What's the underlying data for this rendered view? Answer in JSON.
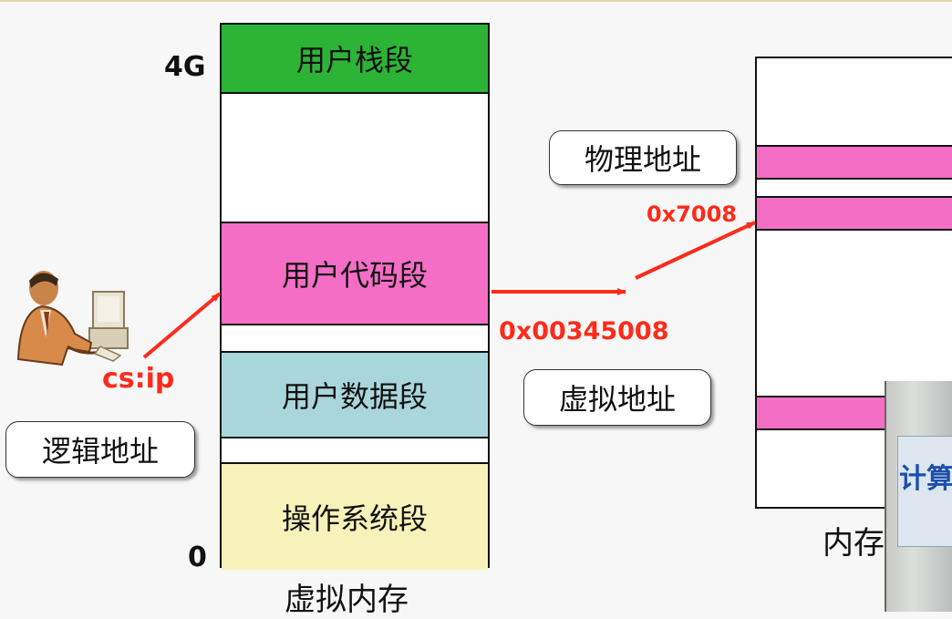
{
  "virtual_memory": {
    "segments": {
      "stack": "用户栈段",
      "code": "用户代码段",
      "data": "用户数据段",
      "os": "操作系统段"
    },
    "top_label": "4G",
    "bottom_label": "0",
    "caption": "虚拟内存"
  },
  "physical_memory": {
    "caption": "内存"
  },
  "logical": {
    "register": "cs:ip",
    "callout": "逻辑地址"
  },
  "virtual": {
    "address": "0x00345008",
    "callout": "虚拟地址"
  },
  "physical": {
    "address": "0x7008",
    "callout": "物理地址"
  },
  "overlay": {
    "text": "计算"
  },
  "colors": {
    "stack_segment": "#2db336",
    "code_segment": "#f56ec6",
    "data_segment": "#a9d6db",
    "os_segment": "#f6f2ba",
    "address_red": "#ff2a1a"
  }
}
